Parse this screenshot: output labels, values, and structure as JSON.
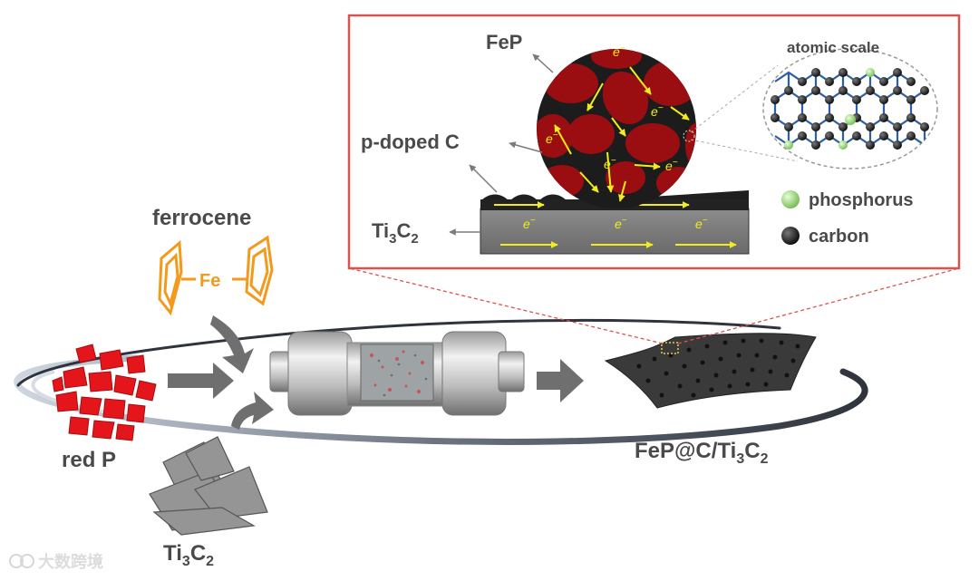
{
  "labels": {
    "ferrocene": "ferrocene",
    "fe": "Fe",
    "red_p": "red P",
    "ti3c2_bottom": {
      "base": "Ti",
      "sub1": "3",
      "mid": "C",
      "sub2": "2"
    },
    "product": {
      "base": "FeP@C/Ti",
      "sub1": "3",
      "mid": "C",
      "sub2": "2"
    }
  },
  "inset": {
    "fep": "FeP",
    "p_doped_c": "p-doped C",
    "ti3c2": {
      "base": "Ti",
      "sub1": "3",
      "mid": "C",
      "sub2": "2"
    },
    "electron": "e",
    "electron_sup": "−",
    "atomic_scale": "atomic scale",
    "legend": [
      {
        "label": "phosphorus",
        "color": "#a8dc8c"
      },
      {
        "label": "carbon",
        "color": "#2a2a2a"
      }
    ]
  },
  "watermark": "大数跨境",
  "colors": {
    "inset_border": "#d9534f",
    "fep_red": "#9a0e12",
    "arrow_yellow": "#f3ec1d",
    "ferrocene_orange": "#f39a1d",
    "label_gray": "#4a4a4a"
  }
}
